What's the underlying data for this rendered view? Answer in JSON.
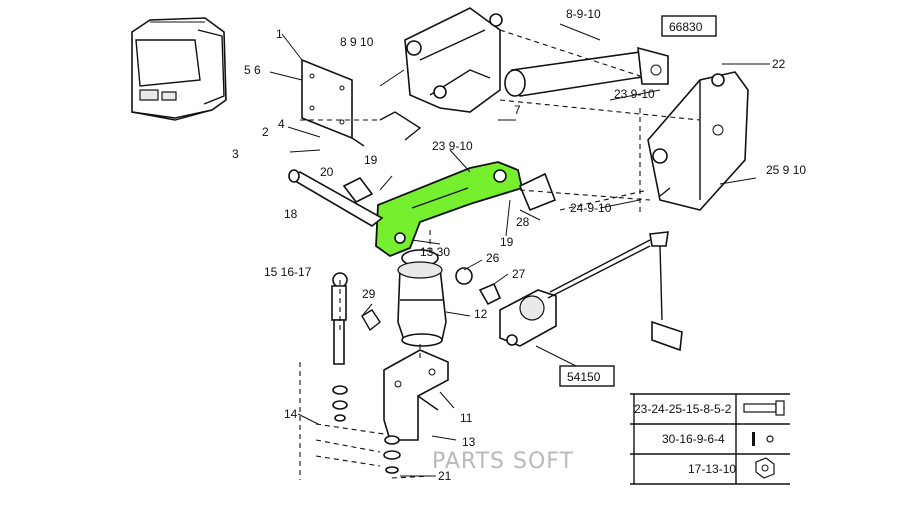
{
  "callouts": {
    "c1": "1",
    "c2": "2",
    "c3": "3",
    "c4": "4",
    "c5_6": "5 6",
    "c7": "7",
    "c8_9_10_top": "8-9-10",
    "c8_9_10_left": "8 9 10",
    "c11": "11",
    "c12": "12",
    "c13_30": "13 30",
    "c13": "13",
    "c14": "14",
    "c15_16_17": "15 16-17",
    "c18": "18",
    "c19a": "19",
    "c19b": "19",
    "c20": "20",
    "c21": "21",
    "c22": "22",
    "c23_9_10_upper": "23 9-10",
    "c23_9_10_lower": "23 9-10",
    "c24_9_10": "24-9-10",
    "c25_9_10": "25 9 10",
    "c26": "26",
    "c27": "27",
    "c28": "28",
    "c29": "29"
  },
  "boxes": {
    "ref_66830": "66830",
    "ref_54150": "54150"
  },
  "legend_rows": [
    {
      "numbers": "23-24-25-15-8-5-2",
      "icon": "bolt-icon"
    },
    {
      "numbers": "30-16-9-6-4",
      "icon": "washer-icon"
    },
    {
      "numbers": "17-13-10",
      "icon": "nut-icon"
    }
  ],
  "watermark": "PARTS SOFT",
  "colors": {
    "highlight": "#76f02e",
    "line": "#111111",
    "watermark": "#b9b9b9"
  }
}
